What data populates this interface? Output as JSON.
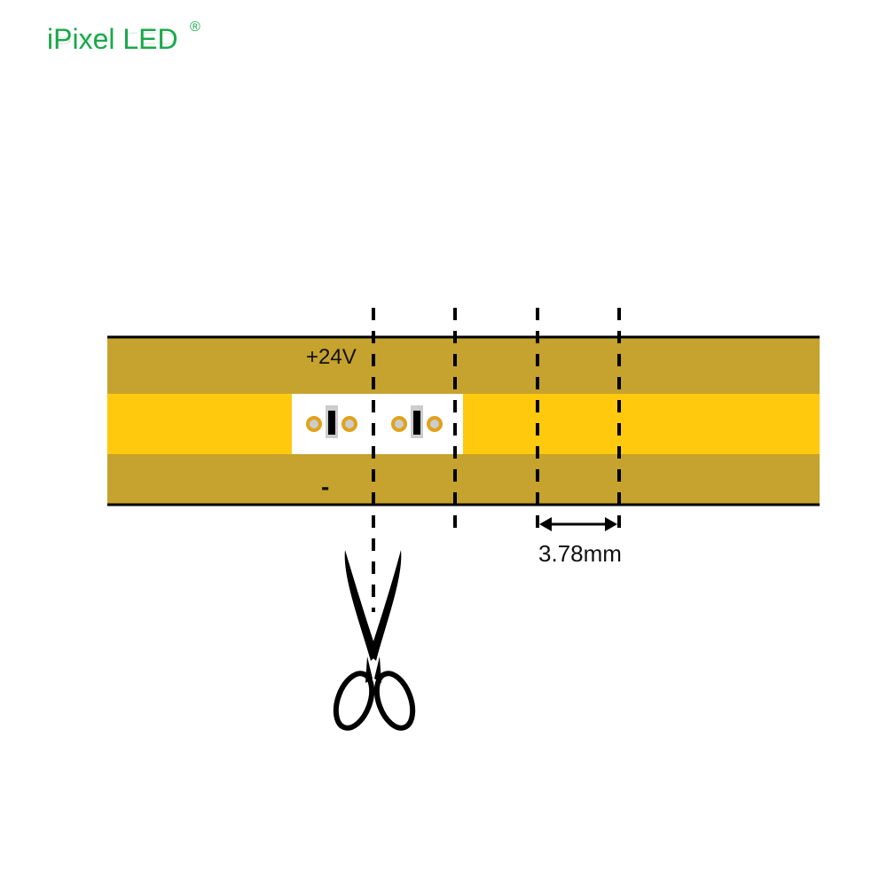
{
  "logo": {
    "text": "iPixel LED",
    "registered": "®"
  },
  "strip": {
    "positive_label": "+24V",
    "negative_label": "-",
    "cut_pitch_label": "3.78mm"
  },
  "colors": {
    "strip_outer": "#c6a22e",
    "strip_center": "#ffc90e",
    "pad": "#e0a21c",
    "logo": "#1aa84a"
  },
  "icons": [
    "scissors-icon",
    "dimension-arrow-icon"
  ]
}
